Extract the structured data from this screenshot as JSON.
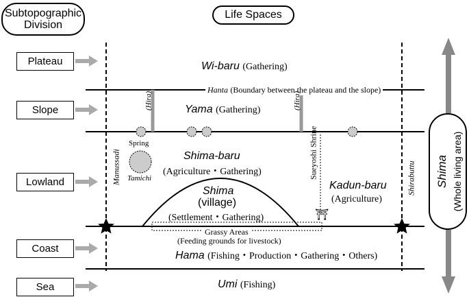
{
  "headers": {
    "subtopographic": "Subtopographic Division",
    "life_spaces": "Life Spaces"
  },
  "divisions": [
    "Plateau",
    "Slope",
    "Lowland",
    "Coast",
    "Sea"
  ],
  "zones": {
    "wi_baru": {
      "name": "Wi-baru",
      "desc": "(Gathering)"
    },
    "hanta": {
      "name": "Hanta",
      "desc": "(Boundary between the plateau and the slope)"
    },
    "yama": {
      "name": "Yama",
      "desc": "(Gathering)"
    },
    "hira": "(Hira)",
    "spring": "Spring",
    "tamichi": "Tamichi",
    "shima_baru": {
      "name": "Shima-baru",
      "desc": "(Agriculture・Gathering)"
    },
    "shima_village": {
      "name": "Shima",
      "sub": "(village)",
      "desc": "(Settlement・Gathering)"
    },
    "kadun_baru": {
      "name": "Kadun-baru",
      "desc": "(Agriculture)"
    },
    "sueyoshi": "Sueyoshi Shrine",
    "grassy": {
      "name": "Grassy Areas",
      "desc": "(Feeding grounds for livestock)"
    },
    "hama": {
      "name": "Hama",
      "desc": "(Fishing・Production・Gathering・Others)"
    },
    "umi": {
      "name": "Umi",
      "desc": "(Fishing)"
    },
    "manussadi": "Manussadi",
    "shirabuttu": "Shirabuttu",
    "shima_whole": {
      "name": "Shima",
      "desc": "(Whole living area)"
    },
    "shrine_symbol": "⛩"
  }
}
